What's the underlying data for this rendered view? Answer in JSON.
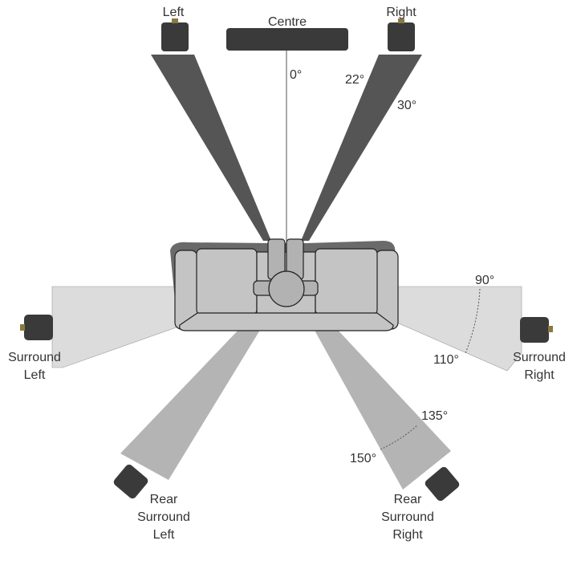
{
  "speakers": {
    "left": "Left",
    "centre": "Centre",
    "right": "Right",
    "surround_left": [
      "Surround",
      "Left"
    ],
    "surround_right": [
      "Surround",
      "Right"
    ],
    "rear_surround_left": [
      "Rear",
      "Surround",
      "Left"
    ],
    "rear_surround_right": [
      "Rear",
      "Surround",
      "Right"
    ]
  },
  "angles": {
    "centre": "0°",
    "front_min": "22°",
    "front_max": "30°",
    "surround_min": "90°",
    "surround_max": "110°",
    "rear_min": "135°",
    "rear_max": "150°"
  },
  "colors": {
    "front_beam": "#555555",
    "side_beam": "#dcdcdc",
    "rear_beam": "#b4b4b4",
    "speaker": "#3a3a3a",
    "couch": "#c4c4c4",
    "couch_shadow": "#6a6a6a"
  }
}
